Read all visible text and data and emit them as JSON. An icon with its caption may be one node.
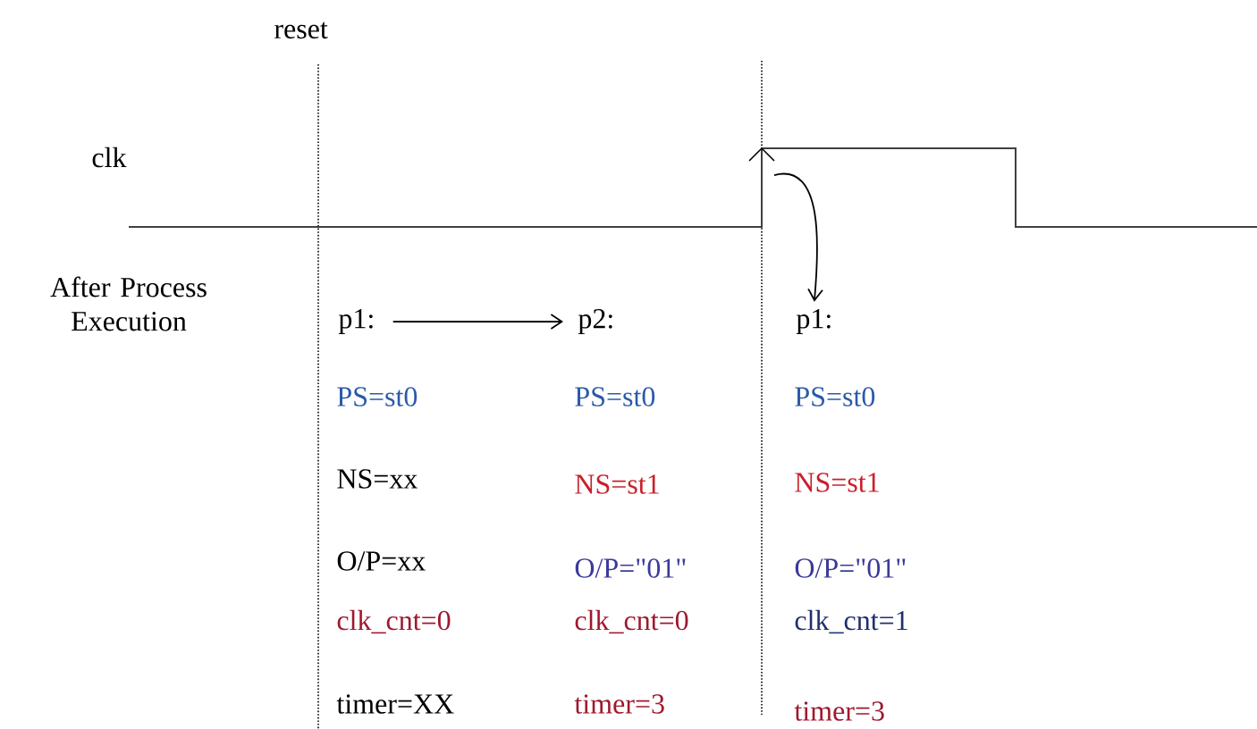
{
  "diagram": {
    "nodes": [
      {
        "text": [
          "p1:"
        ]
      },
      {
        "text": [
          "p2:"
        ]
      },
      {
        "text": [
          "p1:"
        ]
      }
    ],
    "edges": [
      {
        "from": 0,
        "to": 1,
        "arrow": "to"
      },
      {
        "from": null,
        "to": 2,
        "arrow": "to"
      }
    ],
    "labels": [
      "reset",
      "clk",
      "After Process Execution",
      "PS=st0",
      "PS=st0",
      "PS=st0",
      "NS=xx",
      "NS=st1",
      "NS=st1",
      "O/P=xx",
      "O/P=\"01\"",
      "O/P=\"01\"",
      "clk_cnt=0",
      "clk_cnt=0",
      "clk_cnt=1",
      "timer=XX",
      "timer=3",
      "timer=3"
    ]
  }
}
